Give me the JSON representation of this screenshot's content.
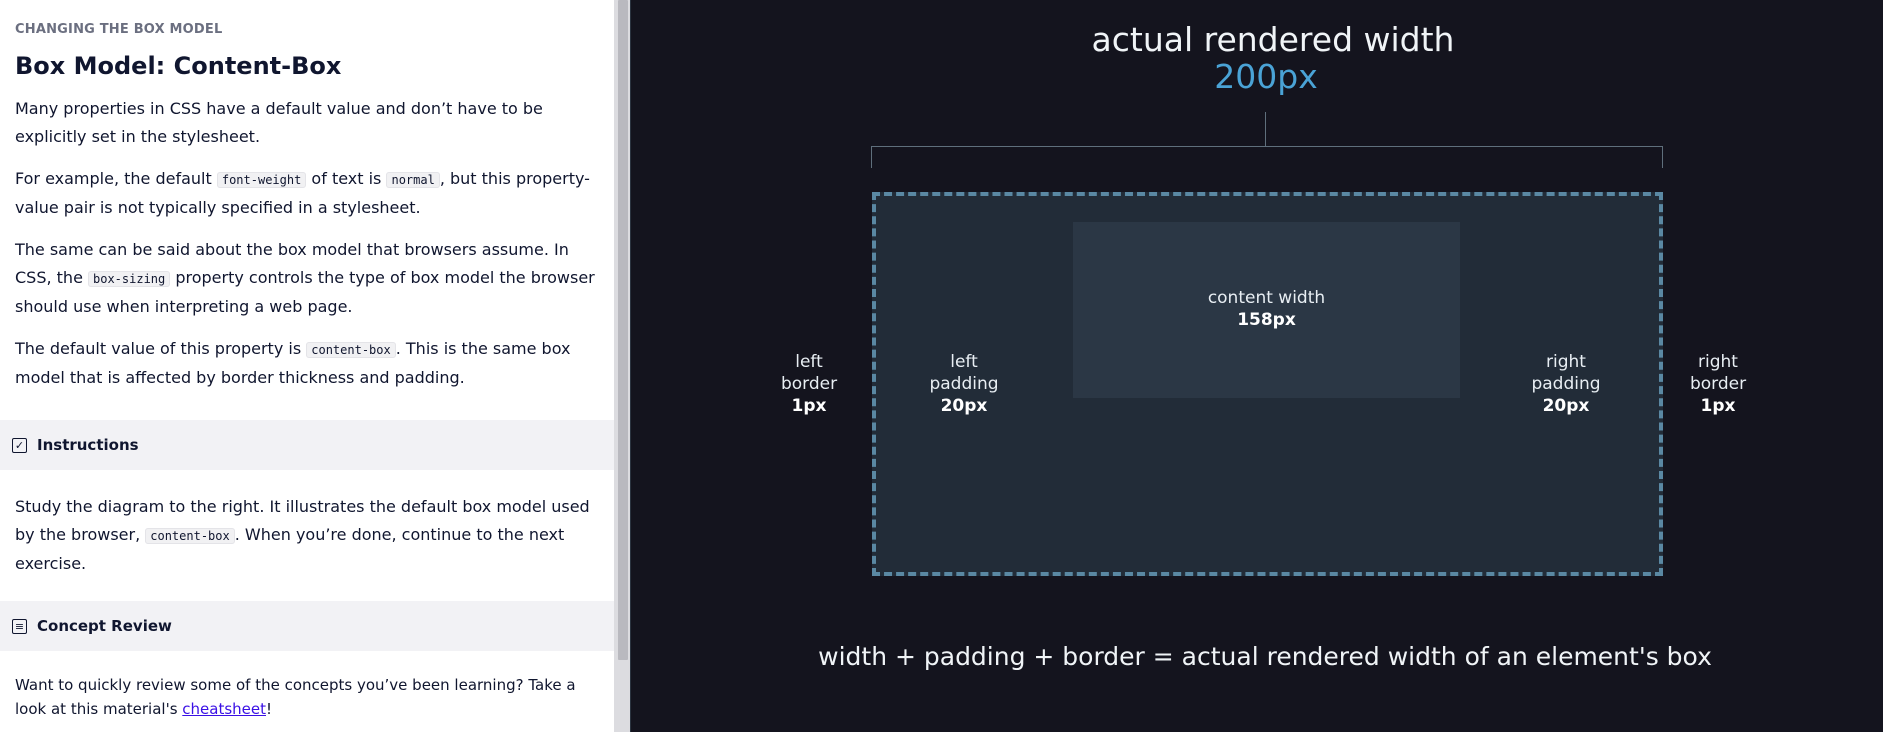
{
  "lesson": {
    "eyebrow": "CHANGING THE BOX MODEL",
    "title": "Box Model: Content-Box",
    "p1": "Many properties in CSS have a default value and don’t have to be explicitly set in the stylesheet.",
    "p2": {
      "a": "For example, the default ",
      "code1": "font-weight",
      "b": " of text is ",
      "code2": "normal",
      "c": ", but this property-value pair is not typically specified in a stylesheet."
    },
    "p3": {
      "a": "The same can be said about the box model that browsers assume. In CSS, the ",
      "code1": "box-sizing",
      "b": " property controls the type of box model the browser should use when interpreting a web page."
    },
    "p4": {
      "a": "The default value of this property is ",
      "code1": "content-box",
      "b": ". This is the same box model that is affected by border thickness and padding."
    }
  },
  "instructions": {
    "icon": "checkbox-icon",
    "label": "Instructions",
    "body": {
      "a": "Study the diagram to the right. It illustrates the default box model used by the browser, ",
      "code1": "content-box",
      "b": ". When you’re done, continue to the next exercise."
    }
  },
  "concept_review": {
    "icon": "document-icon",
    "label": "Concept Review",
    "body_a": "Want to quickly review some of the concepts you’ve been learning? Take a look at this material's ",
    "link": "cheatsheet",
    "body_b": "!"
  },
  "diagram": {
    "title": "actual rendered width",
    "width_value": "200px",
    "content_label": "content width",
    "content_value": "158px",
    "left_border": [
      "left",
      "border",
      "1px"
    ],
    "left_padding": [
      "left",
      "padding",
      "20px"
    ],
    "right_padding": [
      "right",
      "padding",
      "20px"
    ],
    "right_border": [
      "right",
      "border",
      "1px"
    ],
    "formula": "width + padding + border = actual rendered width of an element's box",
    "colors": {
      "accent": "#4aa3d6",
      "border_dash": "#5a88a3",
      "box_fill": "#222c38",
      "content_fill": "#2b3745",
      "background": "#14141e"
    }
  }
}
